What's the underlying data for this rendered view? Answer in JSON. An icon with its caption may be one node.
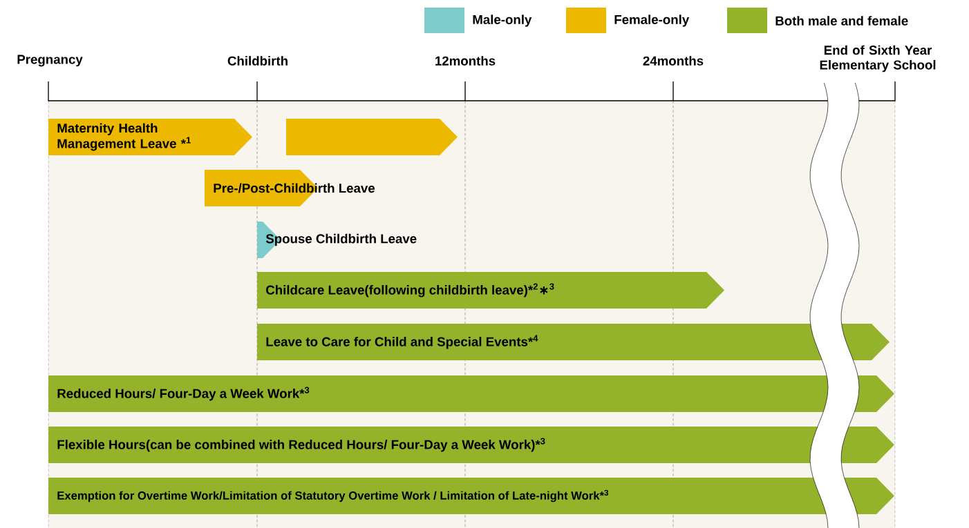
{
  "diagram": {
    "nodes": [
      {
        "text": [
          "Maternity Health Management Leave *$^{1}$"
        ]
      },
      {
        "text": [],
        "shape": "bar"
      },
      {
        "text": [
          "Pre-/Post-Childbirth Leave"
        ]
      },
      {
        "text": [
          "Spouse Childbirth Leave"
        ]
      },
      {
        "text": [
          "Childcare Leave(following childbirth leave)*$^{2}$∗$^{3}$"
        ]
      },
      {
        "text": [
          "Leave to Care for Child and Special Events*$^{4}$"
        ]
      },
      {
        "text": [
          "Reduced Hours/ Four-Day a Week Work*$^{3}$"
        ]
      },
      {
        "text": [
          "Flexible Hours(can be combined with Reduced Hours/ Four-Day a Week Work)*$^{3}$"
        ]
      },
      {
        "text": [
          "Exemption for Overtime Work/Limitation of Statutory Overtime Work / Limitation of Late-night Work*$^{3}$"
        ]
      }
    ],
    "labels": [
      "Pregnancy",
      "Childbirth",
      "12months",
      "24months",
      "End of Sixth Year Elementary School"
    ],
    "legend": [
      {
        "text": "Male-only",
        "color": "#7ecbcb"
      },
      {
        "text": "Female-only",
        "color": "#ecb800"
      },
      {
        "text": "Both male and female",
        "color": "#94b22a"
      }
    ]
  }
}
